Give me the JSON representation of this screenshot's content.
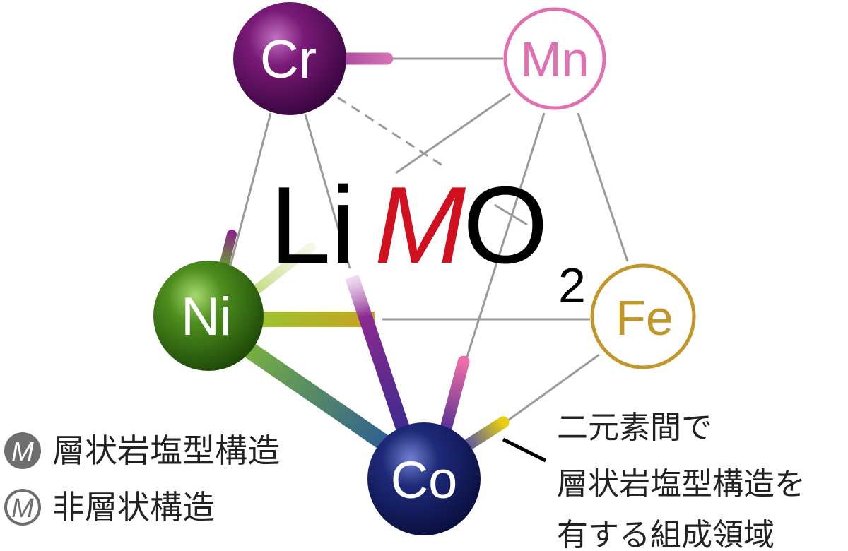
{
  "formula": {
    "li": "Li",
    "m": "M",
    "o": "O",
    "sub": "2"
  },
  "elements": {
    "cr": {
      "symbol": "Cr",
      "style": "layered",
      "color": "#7a1a78"
    },
    "mn": {
      "symbol": "Mn",
      "style": "non-layered",
      "color": "#e070b0"
    },
    "ni": {
      "symbol": "Ni",
      "style": "layered",
      "color": "#4e8e1e"
    },
    "fe": {
      "symbol": "Fe",
      "style": "non-layered",
      "color": "#c3962a"
    },
    "co": {
      "symbol": "Co",
      "style": "layered",
      "color": "#1e2a7a"
    }
  },
  "legend": {
    "layered": {
      "symbol": "M",
      "text": "層状岩塩型構造"
    },
    "nonlayered": {
      "symbol": "M",
      "text": "非層状構造"
    }
  },
  "annotation": {
    "lines": [
      "二元素間で",
      "層状岩塩型構造を",
      "有する組成領域"
    ]
  },
  "colors": {
    "formula_m": "#d0101e",
    "edge_gray": "#9a9a9a",
    "legend_gray": "#6e6e6e"
  }
}
